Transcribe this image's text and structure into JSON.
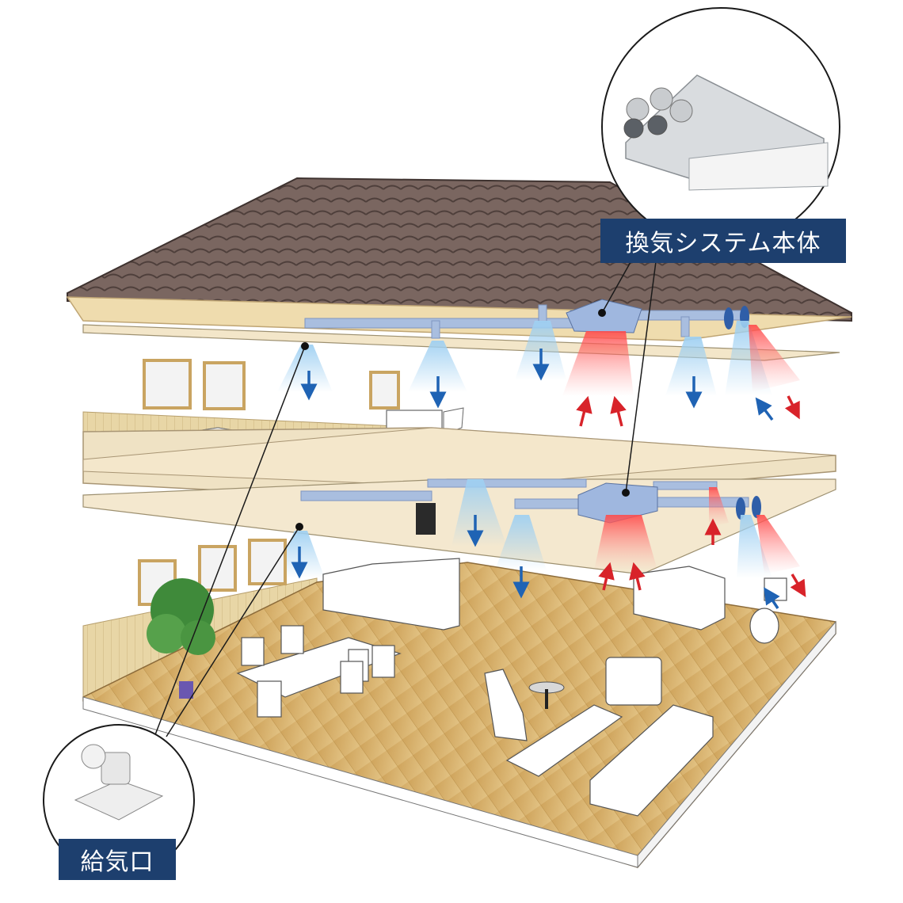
{
  "labels": {
    "ventilation_unit": "換気システム本体",
    "supply_inlet": "給気口"
  },
  "colors": {
    "label_bg": "#1d3f6e",
    "duct": "#9db3d8",
    "supply_arrow": "#1f63b4",
    "exhaust_arrow": "#d8232a",
    "roof": "#6e5a55",
    "floor": "#d7b36a",
    "ceiling": "#f1e2c0"
  },
  "icons": {
    "unit_photo": "ventilation-unit-image",
    "inlet_photo": "supply-inlet-image"
  }
}
